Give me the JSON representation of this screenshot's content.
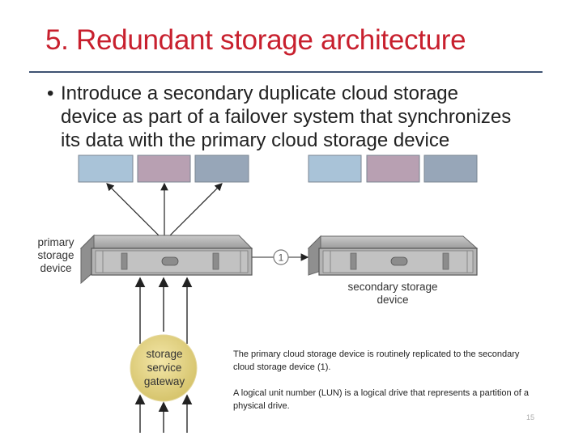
{
  "slide": {
    "title": "5. Redundant storage architecture",
    "bullet_lines": [
      "Introduce a secondary duplicate cloud storage",
      "device as part of a failover system that synchronizes",
      "its data with the primary cloud storage device"
    ],
    "bullet_marker": "•",
    "page_number": "15"
  },
  "diagram": {
    "primary_label": [
      "primary",
      "storage",
      "device"
    ],
    "secondary_label": [
      "secondary storage",
      "device"
    ],
    "gateway_label": [
      "storage",
      "service",
      "gateway"
    ],
    "replication_marker": "1",
    "lun_colors": [
      "#a9c3d8",
      "#b8a0b2",
      "#97a6b8"
    ],
    "primary_luns": 3,
    "secondary_luns": 3
  },
  "notes": [
    "The primary cloud storage device is routinely replicated to the secondary cloud storage device (1).",
    "A logical unit number (LUN) is a logical drive that represents a partition of a physical drive."
  ]
}
